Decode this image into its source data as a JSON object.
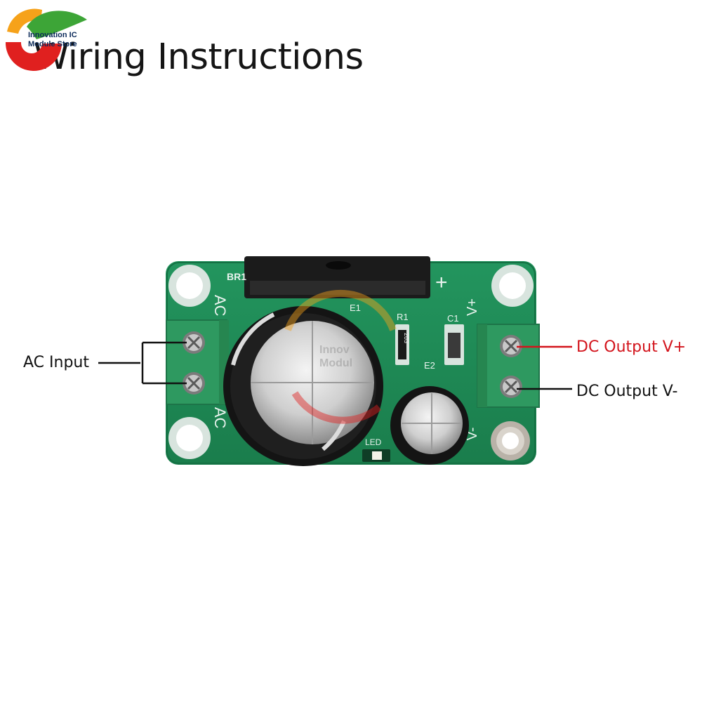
{
  "logo": {
    "line1": "Innovation IC",
    "line2": "Module Store",
    "colors": {
      "red": "#e0201f",
      "orange": "#f6a21a",
      "green": "#3da537",
      "navy": "#0b2a5a"
    }
  },
  "title": "Wiring Instructions:",
  "callouts": {
    "ac_input": "AC Input",
    "dc_output_pos": "DC Output V+",
    "dc_output_neg": "DC Output V-"
  },
  "board": {
    "silkscreen": {
      "br1": "BR1",
      "plus": "+",
      "ac_top": "AC",
      "ac_bottom": "AC",
      "e1": "E1",
      "r1": "R1",
      "c1": "C1",
      "e2": "E2",
      "led": "LED",
      "v_plus": "V+",
      "v_minus": "V-"
    },
    "resistor_code": "203",
    "watermark_l1": "Innov",
    "watermark_l2": "Modul",
    "colors": {
      "pcb": "#1f8a55",
      "terminal": "#2e9960",
      "callout_red": "#d3141c"
    }
  }
}
